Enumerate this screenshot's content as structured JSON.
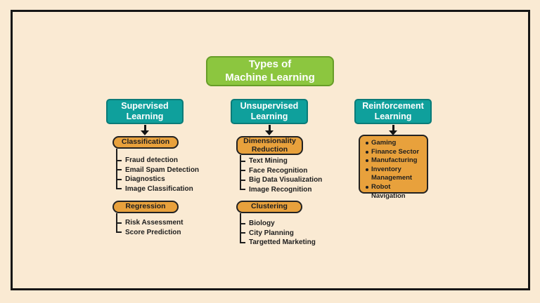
{
  "title": {
    "line1": "Types of",
    "line2": "Machine Learning"
  },
  "colors": {
    "background": "#FAEAD3",
    "frame_border": "#161616",
    "title_green": "#8CC63F",
    "title_green_border": "#679D28",
    "header_teal": "#0FA09C",
    "header_teal_border": "#0A7B78",
    "node_orange": "#E8A13C",
    "node_border": "#222222",
    "text_dark": "#1E1E1E",
    "text_light": "#FFFFFF"
  },
  "icons": {
    "arrow_down": "▼"
  },
  "columns": [
    {
      "header": {
        "line1": "Supervised",
        "line2": "Learning"
      },
      "groups": [
        {
          "label": "Classification",
          "items": [
            "Fraud detection",
            "Email Spam Detection",
            "Diagnostics",
            "Image Classification"
          ]
        },
        {
          "label": "Regression",
          "items": [
            "Risk Assessment",
            "Score Prediction"
          ]
        }
      ]
    },
    {
      "header": {
        "line1": "Unsupervised",
        "line2": "Learning"
      },
      "groups": [
        {
          "label": "Dimensionality Reduction",
          "items": [
            "Text Mining",
            "Face Recognition",
            "Big Data Visualization",
            "Image Recognition"
          ]
        },
        {
          "label": "Clustering",
          "items": [
            "Biology",
            "City Planning",
            "Targetted Marketing"
          ]
        }
      ]
    },
    {
      "header": {
        "line1": "Reinforcement",
        "line2": "Learning"
      },
      "bullets": [
        "Gaming",
        "Finance Sector",
        "Manufacturing",
        "Inventory Management",
        "Robot Navigation"
      ]
    }
  ]
}
